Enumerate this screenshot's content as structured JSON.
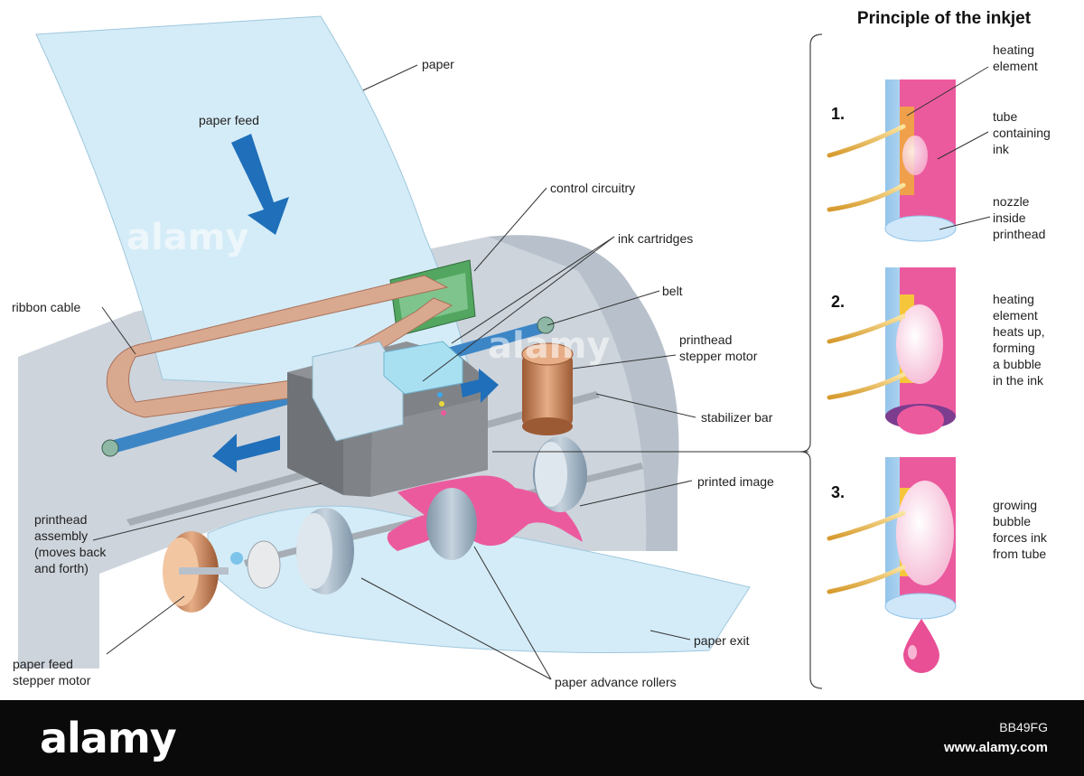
{
  "labels": {
    "paper": "paper",
    "paper_feed": "paper feed",
    "control_circuitry": "control circuitry",
    "ink_cartridges": "ink cartridges",
    "belt": "belt",
    "ribbon_cable": "ribbon cable",
    "printhead_stepper_motor": "printhead\nstepper motor",
    "stabilizer_bar": "stabilizer bar",
    "printed_image": "printed image",
    "printhead_assembly": "printhead\nassembly\n(moves back\nand forth)",
    "paper_feed_stepper_motor": "paper feed\nstepper motor",
    "paper_exit": "paper exit",
    "paper_advance_rollers": "paper advance rollers"
  },
  "inset": {
    "title": "Principle of the inkjet",
    "steps": [
      {
        "number": "1.",
        "labels": [
          "heating\nelement",
          "tube\ncontaining\nink",
          "nozzle\ninside\nprinthead"
        ]
      },
      {
        "number": "2.",
        "labels": [
          "heating\nelement\nheats up,\nforming\na bubble\nin the ink"
        ]
      },
      {
        "number": "3.",
        "labels": [
          "growing\nbubble\nforces ink\nfrom tube"
        ]
      }
    ]
  },
  "watermark": {
    "logo": "alamy",
    "image_id": "BB49FG",
    "url": "www.alamy.com"
  },
  "colors": {
    "paper": "#d4ecf7",
    "housing": "#cdd4dc",
    "belt": "#3d86c6",
    "arrow": "#1f6fba",
    "ink": "#ec5a9e",
    "ribbon": "#d9a98f",
    "motor": "#c98455",
    "heater": "#f5b93a",
    "tube": "#a9d3f0"
  }
}
